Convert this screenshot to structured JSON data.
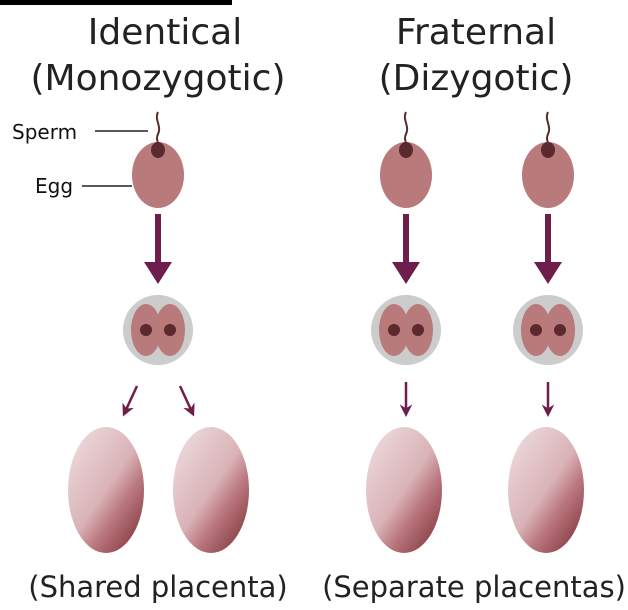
{
  "identical": {
    "title_line1": "Identical",
    "title_line2": "(Monozygotic)",
    "caption": "(Shared placenta)"
  },
  "fraternal": {
    "title_line1": "Fraternal",
    "title_line2": "(Dizygotic)",
    "caption": "(Separate placentas)"
  },
  "labels": {
    "sperm": "Sperm",
    "egg": "Egg"
  },
  "colors": {
    "egg": "#b87a7a",
    "nucleus": "#5a2a2e",
    "arrow": "#6e1e4a",
    "cell_background": "#cccccc",
    "placenta_light": "#e7cfd2",
    "placenta_dark": "#9a4e55"
  }
}
